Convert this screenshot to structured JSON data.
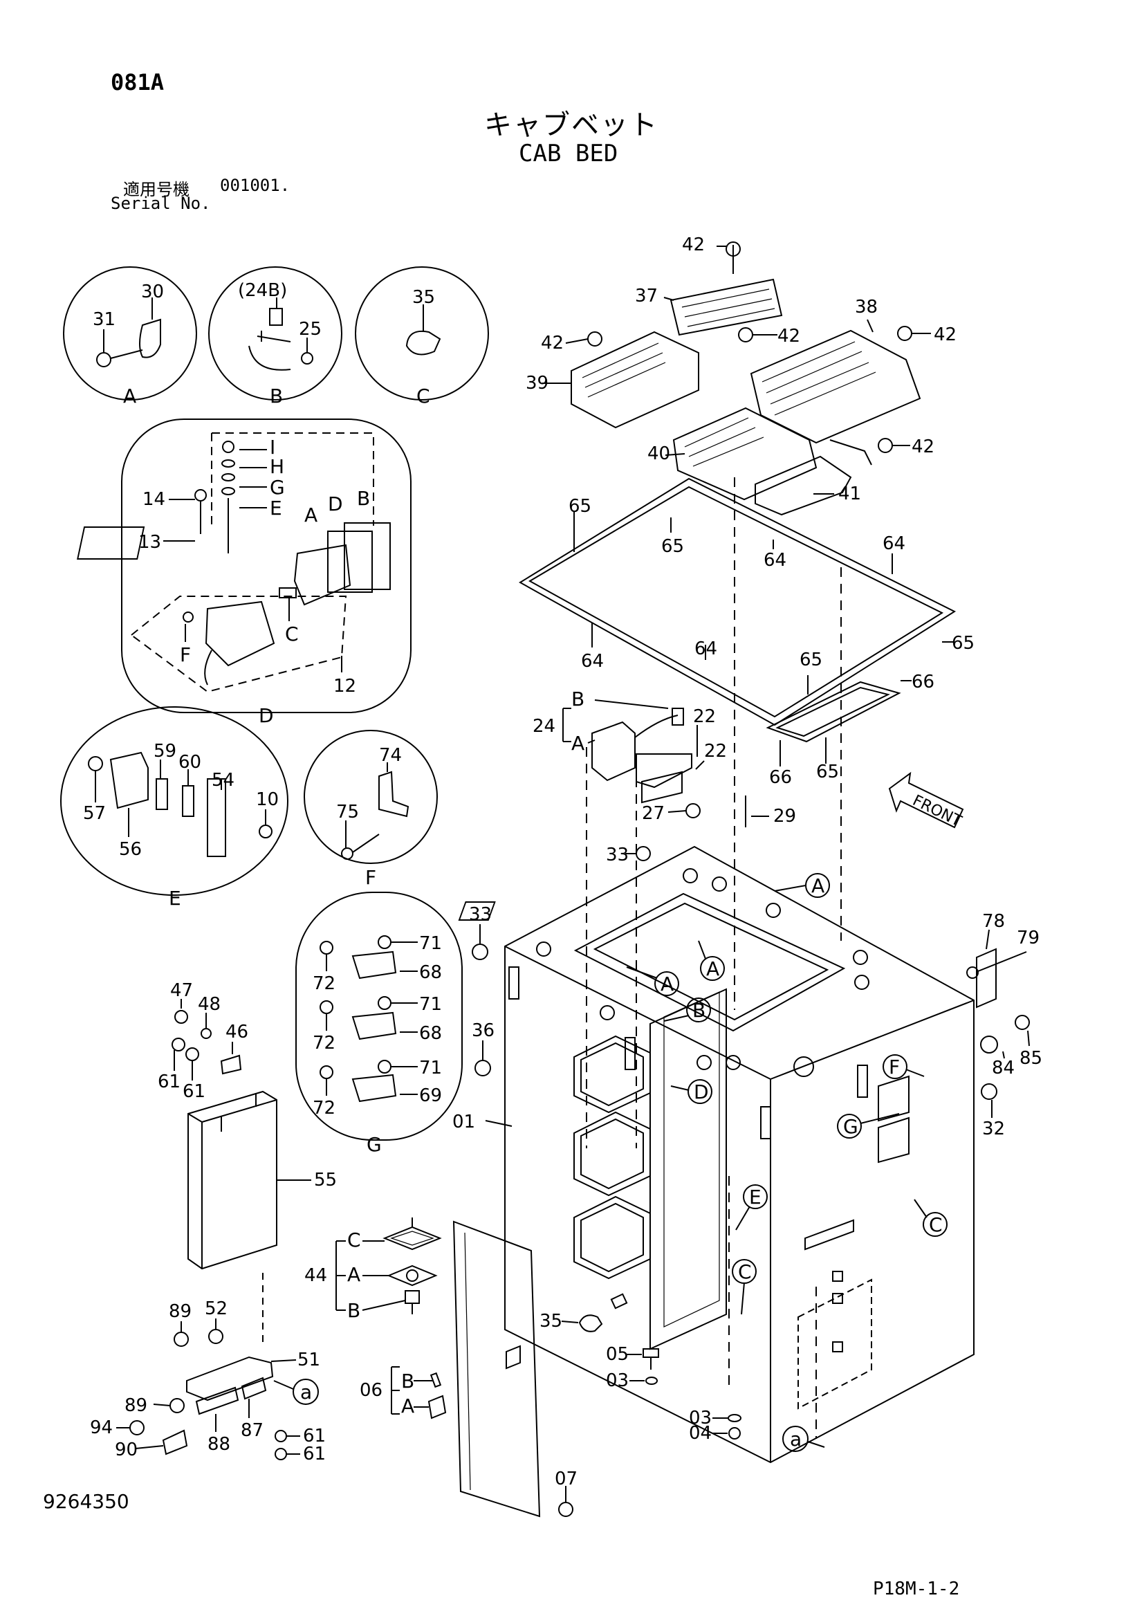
{
  "header": {
    "section_code": "081A",
    "title_jp": "キャブベット",
    "title_en": "CAB BED",
    "serial_label_jp": "適用号機",
    "serial_value": "001001.",
    "serial_label_en": "Serial No."
  },
  "footer": {
    "drawing_number": "9264350",
    "page_ref": "P18M-1-2"
  },
  "detail_views": [
    {
      "name": "A",
      "callouts": [
        "30",
        "31"
      ]
    },
    {
      "name": "B",
      "callouts": [
        "(24B)",
        "25"
      ]
    },
    {
      "name": "C",
      "callouts": [
        "35"
      ]
    },
    {
      "name": "D",
      "callouts": [
        "I",
        "H",
        "G",
        "E",
        "14",
        "13",
        "A",
        "D",
        "B",
        "C",
        "F",
        "12"
      ]
    },
    {
      "name": "E",
      "callouts": [
        "59",
        "60",
        "54",
        "57",
        "56",
        "10"
      ]
    },
    {
      "name": "F",
      "callouts": [
        "74",
        "75"
      ]
    },
    {
      "name": "G",
      "callouts": [
        "71",
        "72",
        "68",
        "71",
        "72",
        "68",
        "71",
        "72",
        "69"
      ]
    }
  ],
  "callouts": {
    "n42a": "42",
    "n37": "37",
    "n38": "38",
    "n42b": "42",
    "n42c": "42",
    "n42d": "42",
    "n42e": "42",
    "n39": "39",
    "n40": "40",
    "n41": "41",
    "n65a": "65",
    "n65b": "65",
    "n64a": "64",
    "n64b": "64",
    "n64c": "64",
    "n64d": "64",
    "n65c": "65",
    "n65d": "65",
    "n66a": "66",
    "n66b": "66",
    "n65e": "65",
    "n24": "24",
    "l24B": "B",
    "l24A": "A",
    "n22a": "22",
    "n22b": "22",
    "n27": "27",
    "n29": "29",
    "front": "FRONT",
    "n33a": "33",
    "n33b": "33",
    "n36": "36",
    "n01": "01",
    "n78": "78",
    "n79": "79",
    "n84": "84",
    "n85": "85",
    "n32": "32",
    "n47": "47",
    "n48": "48",
    "n46": "46",
    "n61a": "61",
    "n61b": "61",
    "n55": "55",
    "n89a": "89",
    "n52": "52",
    "n51": "51",
    "n89b": "89",
    "n94": "94",
    "n90": "90",
    "n88": "88",
    "n87": "87",
    "n61c": "61",
    "n61d": "61",
    "n44": "44",
    "l44C": "C",
    "l44A": "A",
    "l44B": "B",
    "n35": "35",
    "n05": "05",
    "n03a": "03",
    "n03b": "03",
    "n04": "04",
    "n06": "06",
    "l06B": "B",
    "l06A": "A",
    "n07": "07",
    "cA1": "A",
    "cA2": "A",
    "cA3": "A",
    "cB": "B",
    "cD": "D",
    "cF": "F",
    "cG": "G",
    "cE": "E",
    "cC1": "C",
    "cC2": "C",
    "ca1": "a",
    "ca2": "a"
  },
  "callouts_detail": {
    "dA_30": "30",
    "dA_31": "31",
    "dA_name": "A",
    "dB_24B": "(24B)",
    "dB_25": "25",
    "dB_name": "B",
    "dC_35": "35",
    "dC_name": "C",
    "dD_I": "I",
    "dD_H": "H",
    "dD_G": "G",
    "dD_E": "E",
    "dD_14": "14",
    "dD_13": "13",
    "dD_A": "A",
    "dD_D": "D",
    "dD_B": "B",
    "dD_C": "C",
    "dD_F": "F",
    "dD_12": "12",
    "dD_name": "D",
    "dE_59": "59",
    "dE_60": "60",
    "dE_54": "54",
    "dE_57": "57",
    "dE_56": "56",
    "dE_10": "10",
    "dE_name": "E",
    "dF_74": "74",
    "dF_75": "75",
    "dF_name": "F",
    "dG_71a": "71",
    "dG_72a": "72",
    "dG_68a": "68",
    "dG_71b": "71",
    "dG_72b": "72",
    "dG_68b": "68",
    "dG_71c": "71",
    "dG_72c": "72",
    "dG_69": "69",
    "dG_name": "G"
  }
}
